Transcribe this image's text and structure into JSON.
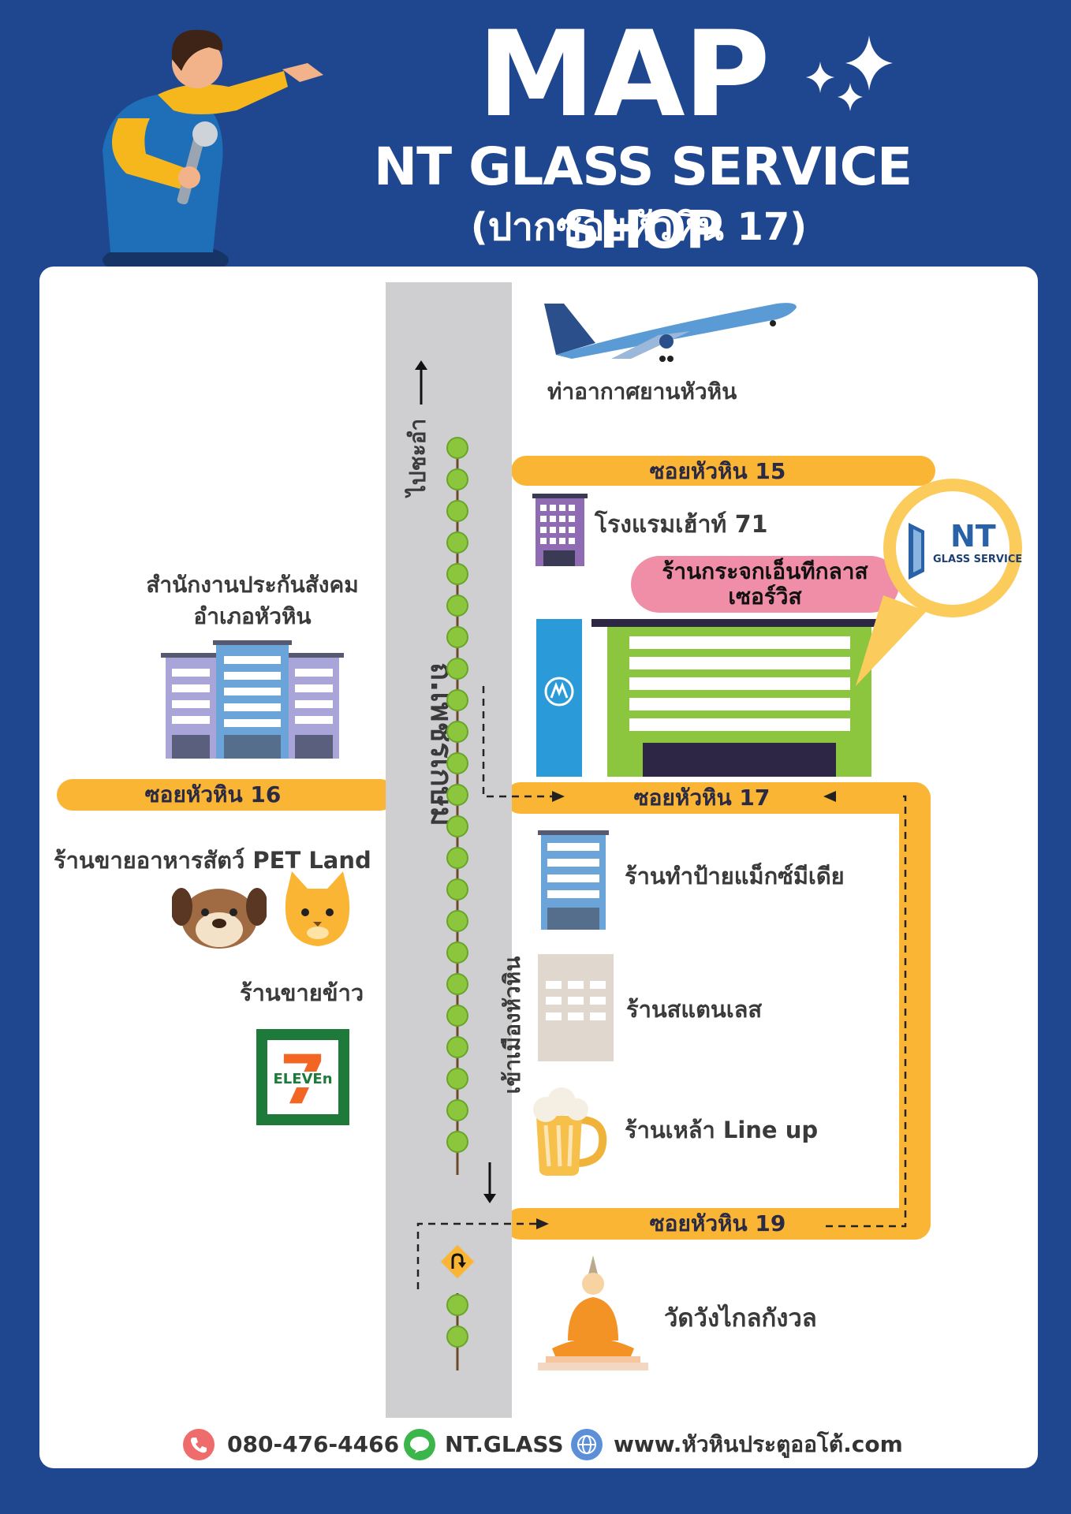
{
  "header": {
    "title": "MAP",
    "subtitle": "NT GLASS SERVICE SHOP",
    "location_note": "(ปากซอยหัวหิน 17)"
  },
  "roads": {
    "main_road": "ถ.เพชรเกษม",
    "direction_north": "ไปชะอำ",
    "direction_south": "เข้าเมืองหัวหิน",
    "soi_15": "ซอยหัวหิน 15",
    "soi_16": "ซอยหัวหิน 16",
    "soi_17": "ซอยหัวหิน 17",
    "soi_19": "ซอยหัวหิน 19"
  },
  "landmarks": {
    "airport": "ท่าอากาศยานหัวหิน",
    "hotel": "โรงแรมเฮ้าท์ 71",
    "shop_name_line1": "ร้านกระจกเอ็นทีกลาส",
    "shop_name_line2": "เซอร์วิส",
    "social_security_line1": "สำนักงานประกันสังคม",
    "social_security_line2": "อำเภอหัวหิน",
    "pet_shop": "ร้านขายอาหารสัตว์ PET Land",
    "rice_shop": "ร้านขายข้าว",
    "sign_shop": "ร้านทำป้ายแม็กซ์มีเดีย",
    "stainless_shop": "ร้านสแตนเลส",
    "liquor_shop": "ร้านเหล้า Line up",
    "temple": "วัดวังไกลกังวล"
  },
  "logo": {
    "brand": "NT",
    "brand_sub": "GLASS SERVICE",
    "seven_eleven": "ELEVEn"
  },
  "footer": {
    "phone": "080-476-4466",
    "line": "NT.GLASS",
    "website": "www.หัวหินประตูออโต้.com"
  },
  "colors": {
    "background": "#1f4790",
    "soi_road": "#fbb534",
    "shop_banner": "#f08ea8",
    "shop_building": "#8cc63f"
  }
}
